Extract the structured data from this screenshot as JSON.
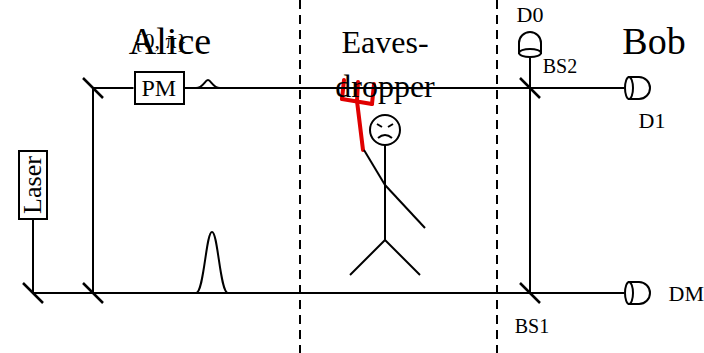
{
  "diagram": {
    "nodes": [
      {
        "text": [
          "Laser"
        ]
      },
      {
        "text": [
          "PM"
        ]
      },
      {
        "text": [
          "D0"
        ]
      },
      {
        "text": [
          "D1"
        ]
      },
      {
        "text": [
          "DM"
        ]
      }
    ],
    "edges": [
      {
        "from": 0,
        "to": 1,
        "arrow": "none"
      },
      {
        "from": 1,
        "to": 3,
        "arrow": "none"
      },
      {
        "from": 1,
        "to": 2,
        "arrow": "none"
      },
      {
        "from": 0,
        "to": 4,
        "arrow": "none"
      },
      {
        "from": 0,
        "to": 3,
        "arrow": "none"
      },
      {
        "from": 0,
        "to": 2,
        "arrow": "none"
      }
    ],
    "labels": [
      "Alice",
      "Eaves- dropper",
      "Bob",
      "{0, π}",
      "BS2",
      "BS1"
    ]
  }
}
